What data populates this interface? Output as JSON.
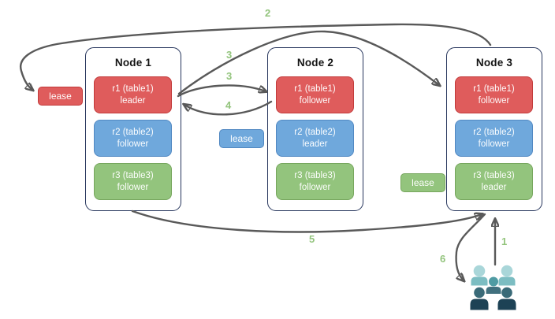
{
  "diagram": {
    "nodes": [
      {
        "title": "Node 1",
        "replicas": [
          {
            "name": "r1 (table1)",
            "role": "leader",
            "color_key": "red"
          },
          {
            "name": "r2 (table2)",
            "role": "follower",
            "color_key": "blue"
          },
          {
            "name": "r3 (table3)",
            "role": "follower",
            "color_key": "green"
          }
        ]
      },
      {
        "title": "Node 2",
        "replicas": [
          {
            "name": "r1 (table1)",
            "role": "follower",
            "color_key": "red"
          },
          {
            "name": "r2 (table2)",
            "role": "leader",
            "color_key": "blue"
          },
          {
            "name": "r3 (table3)",
            "role": "follower",
            "color_key": "green"
          }
        ]
      },
      {
        "title": "Node 3",
        "replicas": [
          {
            "name": "r1 (table1)",
            "role": "follower",
            "color_key": "red"
          },
          {
            "name": "r2 (table2)",
            "role": "follower",
            "color_key": "blue"
          },
          {
            "name": "r3 (table3)",
            "role": "leader",
            "color_key": "green"
          }
        ]
      }
    ],
    "leases": [
      {
        "label": "lease",
        "color_key": "red"
      },
      {
        "label": "lease",
        "color_key": "blue"
      },
      {
        "label": "lease",
        "color_key": "green"
      }
    ],
    "steps": {
      "s1": "1",
      "s2": "2",
      "s3a": "3",
      "s3b": "3",
      "s4": "4",
      "s5": "5",
      "s6": "6"
    },
    "icons": {
      "users": "users-group-icon"
    },
    "colors": {
      "red": "#df5c5c",
      "red_border": "#c23b3b",
      "blue": "#6fa8dc",
      "blue_border": "#5188c2",
      "green": "#93c47d",
      "green_border": "#76a65d",
      "node_border": "#26355c",
      "arrow": "#595959",
      "step_label": "#93c47d"
    }
  }
}
